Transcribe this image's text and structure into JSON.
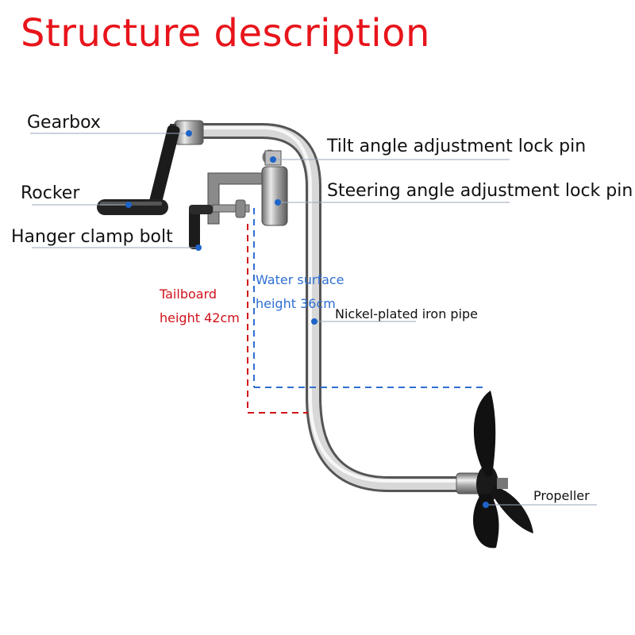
{
  "title": "Structure description",
  "labels": {
    "gearbox": "Gearbox",
    "rocker": "Rocker",
    "hanger_clamp_bolt": "Hanger clamp bolt",
    "tilt_pin": "Tilt angle adjustment lock pin",
    "steering_pin": "Steering angle adjustment lock pin",
    "tailboard_line1": "Tailboard",
    "tailboard_line2": "height 42cm",
    "water_line1": "Water surface",
    "water_line2": "height 36cm",
    "pipe": "Nickel-plated iron pipe",
    "propeller": "Propeller"
  },
  "colors": {
    "title": "#e8141b",
    "tailboard": "#d0121a",
    "water": "#2f6fd1",
    "marker": "#1e64c8"
  }
}
